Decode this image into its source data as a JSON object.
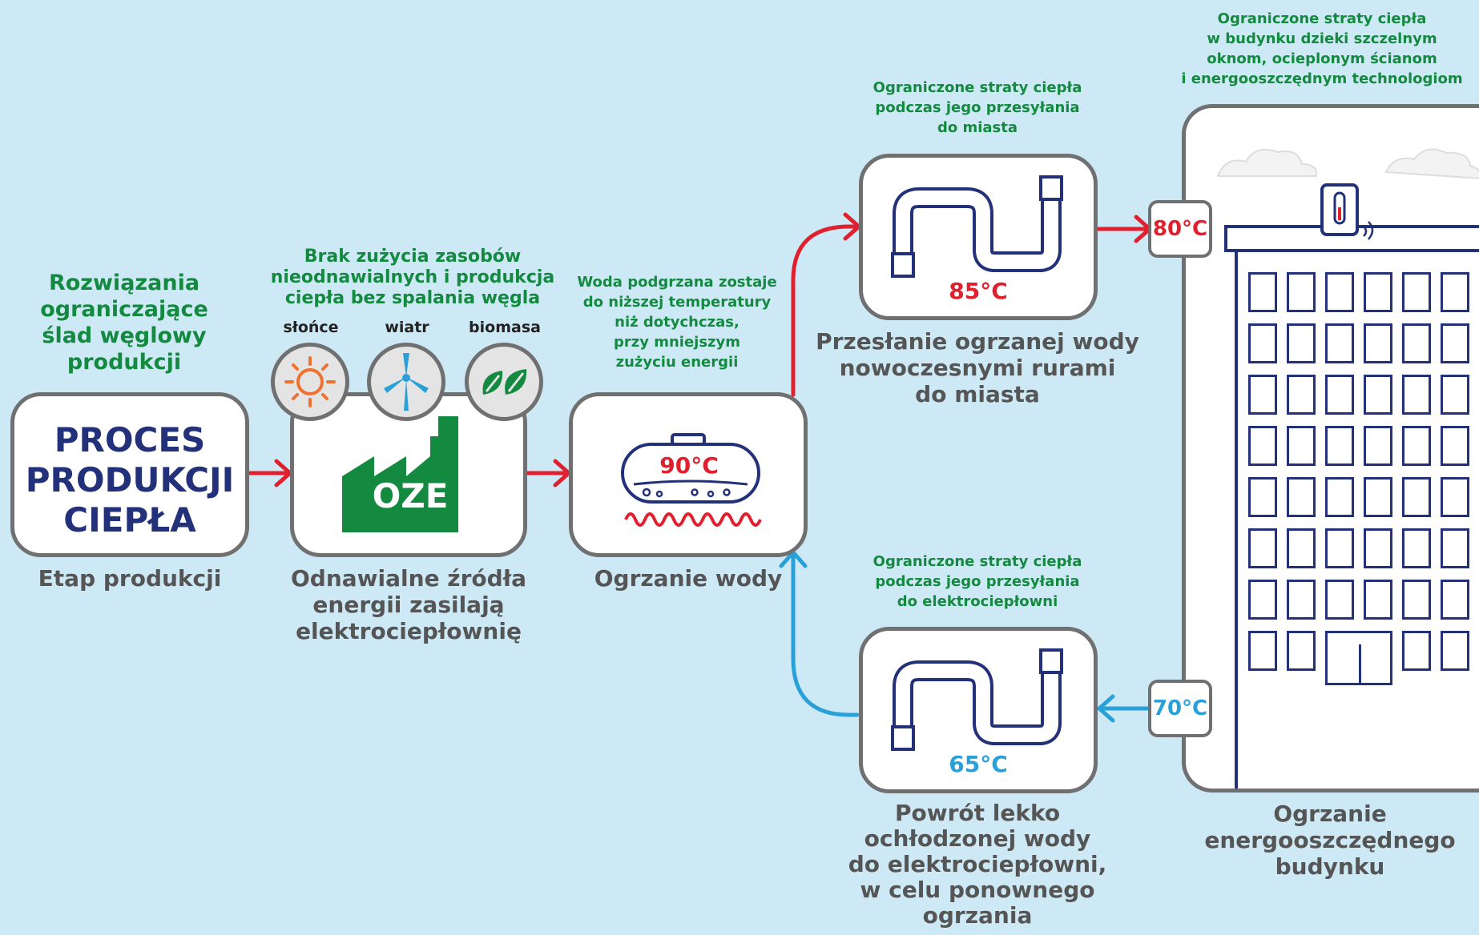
{
  "colors": {
    "background": "#cde9f5",
    "green": "#138a3f",
    "navy": "#23307a",
    "red": "#e0202e",
    "blue": "#2aa0d8",
    "grey": "#555555",
    "border": "#707070"
  },
  "stage1": {
    "heading": [
      "Rozwiązania",
      "ograniczające",
      "ślad węglowy",
      "produkcji"
    ],
    "box_text": [
      "PROCES",
      "PRODUKCJI",
      "CIEPŁA"
    ],
    "caption": "Etap produkcji"
  },
  "stage2": {
    "note": [
      "Brak zużycia zasobów",
      "nieodnawialnych i produkcja",
      "ciepła bez spalania węgla"
    ],
    "sources": [
      {
        "label": "słońce",
        "icon": "sun-icon"
      },
      {
        "label": "wiatr",
        "icon": "wind-turbine-icon"
      },
      {
        "label": "biomasa",
        "icon": "leaves-icon"
      }
    ],
    "factory_label": "OZE",
    "caption": [
      "Odnawialne źródła",
      "energii zasilają",
      "elektrociepłownię"
    ]
  },
  "stage3": {
    "note": [
      "Woda podgrzana zostaje",
      "do niższej temperatury",
      "niż dotychczas,",
      "przy mniejszym",
      "zużyciu energii"
    ],
    "temperature": "90°C",
    "caption": "Ogrzanie wody"
  },
  "supply": {
    "note": [
      "Ograniczone straty ciepła",
      "podczas jego przesyłania",
      "do miasta"
    ],
    "temperature": "85°C",
    "caption": [
      "Przesłanie ogrzanej wody",
      "nowoczesnymi rurami",
      "do miasta"
    ]
  },
  "return": {
    "note": [
      "Ograniczone straty ciepła",
      "podczas jego przesyłania",
      "do elektrociepłowni"
    ],
    "temperature": "65°C",
    "caption": [
      "Powrót lekko",
      "ochłodzonej wody",
      "do elektrociepłowni,",
      "w celu ponownego",
      "ogrzania"
    ]
  },
  "building": {
    "note": [
      "Ograniczone straty ciepła",
      "w budynku dzieki szczelnym",
      "oknom, ocieplonym ścianom",
      "i energooszczędnym technologiom"
    ],
    "inlet_temperature": "80°C",
    "outlet_temperature": "70°C",
    "caption": [
      "Ogrzanie",
      "energooszczędnego",
      "budynku"
    ]
  }
}
